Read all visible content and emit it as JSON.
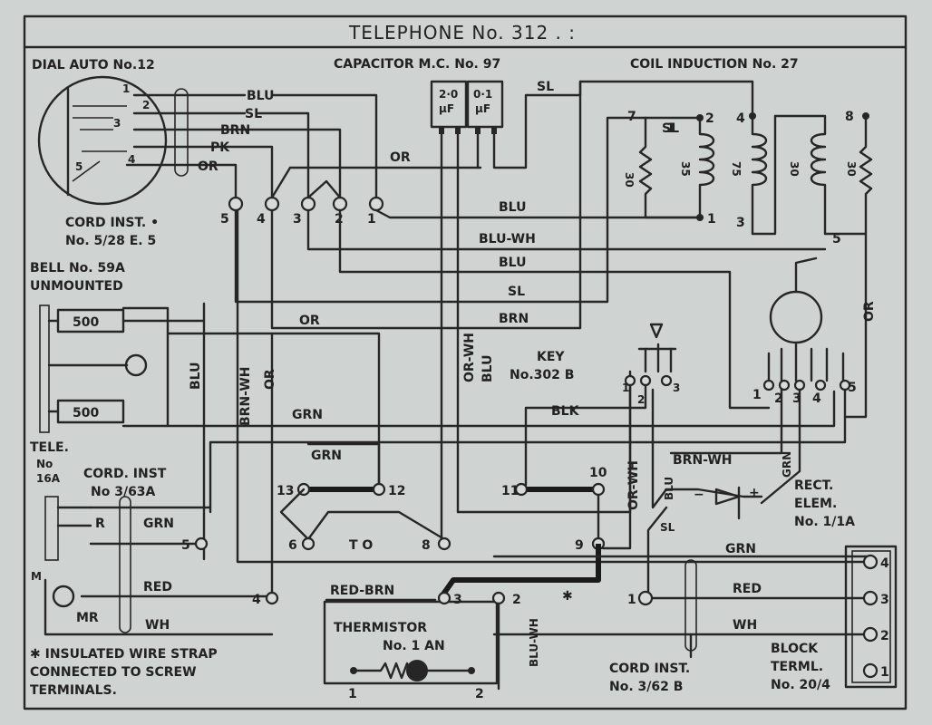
{
  "title": "TELEPHONE No. 312 . :",
  "components": {
    "dial": {
      "label": "DIAL AUTO No.12",
      "pins": [
        "1",
        "2",
        "3",
        "4",
        "5"
      ]
    },
    "capacitor": {
      "label": "CAPACITOR M.C. No. 97",
      "c1": "2·0",
      "c1u": "μF",
      "c2": "0·1",
      "c2u": "μF"
    },
    "coil": {
      "label": "COIL INDUCTION No. 27",
      "r1": "30",
      "r2": "35",
      "r3": "75",
      "r4": "30",
      "r5": "30",
      "t7": "7",
      "t2": "2",
      "t4": "4",
      "t8": "8",
      "t1": "1",
      "t3": "3",
      "t5": "5"
    },
    "cord_dial": {
      "line1": "CORD INST. •",
      "line2": "No. 5/28 E. 5"
    },
    "bell": {
      "line1": "BELL No. 59A",
      "line2": "UNMOUNTED",
      "coil1": "500",
      "coil2": "500"
    },
    "tele": {
      "line1": "TELE.",
      "line2": "No",
      "line3": "16A"
    },
    "cord_handset": {
      "line1": "CORD. INST",
      "line2": "No 3/63A"
    },
    "key": {
      "line1": "KEY",
      "line2": "No.302 B",
      "pins": [
        "1",
        "2",
        "3"
      ],
      "spring_pins": [
        "1",
        "2",
        "3",
        "4",
        "5"
      ]
    },
    "rect": {
      "line1": "RECT.",
      "line2": "ELEM.",
      "line3": "No. 1/1A"
    },
    "thermistor": {
      "line1": "THERMISTOR",
      "line2": "No. 1 AN",
      "p1": "1",
      "p2": "2"
    },
    "block": {
      "line1": "BLOCK",
      "line2": "TERML.",
      "line3": "No. 20/4",
      "pins": [
        "4",
        "3",
        "2",
        "1"
      ]
    },
    "cord_line": {
      "line1": "CORD INST.",
      "line2": "No. 3/62 B"
    },
    "terminals": {
      "t1": "1",
      "t2": "2",
      "t3": "3",
      "t4": "4",
      "t5": "5",
      "t6": "6",
      "t8": "8",
      "t9": "9",
      "t10": "10",
      "t11": "11",
      "t12": "12",
      "t13": "13",
      "to": "T O",
      "star": "✱"
    },
    "handset": {
      "r": "R",
      "m": "M",
      "mr": "MR"
    }
  },
  "wires": {
    "blu": "BLU",
    "sl": "SL",
    "brn": "BRN",
    "pk": "PK",
    "or": "OR",
    "blu_wh": "BLU-WH",
    "grn": "GRN",
    "red": "RED",
    "wh": "WH",
    "brn_wh": "BRN-WH",
    "or_wh": "OR-WH",
    "blk": "BLK",
    "red_brn": "RED-BRN"
  },
  "note": {
    "line1": "✱ INSULATED WIRE STRAP",
    "line2": "CONNECTED TO SCREW",
    "line3": "TERMINALS."
  }
}
